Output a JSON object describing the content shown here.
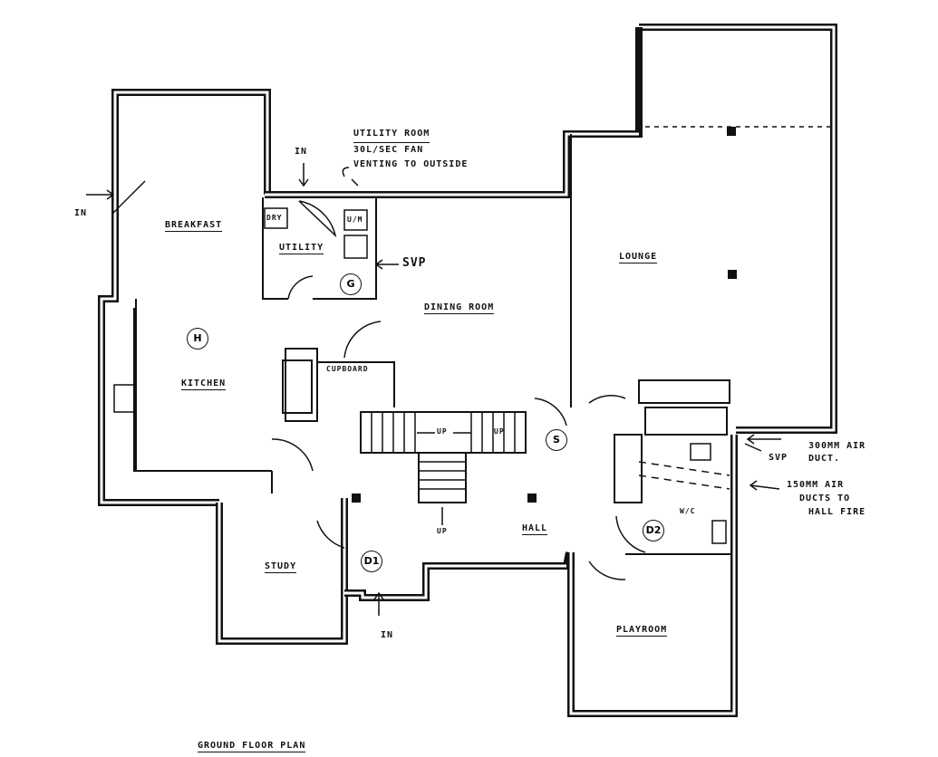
{
  "title": "GROUND FLOOR PLAN",
  "rooms": {
    "breakfast": "BREAKFAST",
    "kitchen": "KITCHEN",
    "utility": "UTILITY",
    "dining": "DINING ROOM",
    "lounge": "LOUNGE",
    "study": "STUDY",
    "hall": "HALL",
    "playroom": "PLAYROOM",
    "cupboard": "CUPBOARD",
    "wc": "W/C",
    "dry": "DRY",
    "um": "U/M"
  },
  "stairs": {
    "up_left": "UP",
    "up_right": "UP",
    "up_bottom": "UP"
  },
  "markers": {
    "h": "H",
    "s": "S",
    "g": "G",
    "d1": "D1",
    "d2": "D2"
  },
  "entries": {
    "in_left": "IN",
    "in_top": "IN",
    "in_bottom": "IN"
  },
  "notes": {
    "utility_heading": "UTILITY ROOM",
    "utility_fan_1": "30L/SEC FAN",
    "utility_fan_2": "VENTING TO OUTSIDE",
    "svp_utility": "SVP",
    "svp_wc": "SVP",
    "air_duct_300_1": "300MM AIR",
    "air_duct_300_2": "DUCT.",
    "air_duct_150_1": "150MM AIR",
    "air_duct_150_2": "DUCTS TO",
    "air_duct_150_3": "HALL FIRE"
  }
}
